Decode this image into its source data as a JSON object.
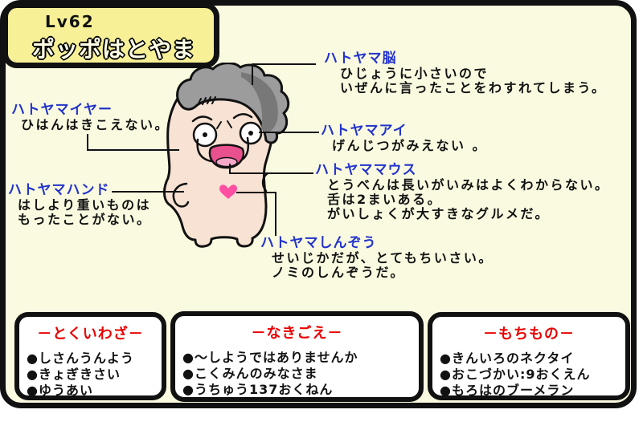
{
  "badge": {
    "level": "Lv62",
    "name": "ポッポはとやま"
  },
  "annotations": {
    "brain": {
      "title": "ハトヤマ脳",
      "lines": [
        "ひじょうに小さいので",
        "いぜんに言ったことをわすれてしまう。"
      ]
    },
    "ear": {
      "title": "ハトヤマイヤー",
      "lines": [
        "ひはんはきこえない。"
      ]
    },
    "eye": {
      "title": "ハトヤマアイ",
      "lines": [
        "げんじつがみえない 。"
      ]
    },
    "mouth": {
      "title": "ハトヤママウス",
      "lines": [
        "とうべんは長いがいみはよくわからない。",
        "舌は2まいある。",
        "がいしょくが大すきなグルメだ。"
      ]
    },
    "hand": {
      "title": "ハトヤマハンド",
      "lines": [
        "はしより重いものは",
        "もったことがない。"
      ]
    },
    "heart": {
      "title": "ハトヤマしんぞう",
      "lines": [
        "せいじかだが、とてもちいさい。",
        "ノミのしんぞうだ。"
      ]
    }
  },
  "stat_boxes": [
    {
      "title": "－とくいわざ－",
      "items": [
        "●しさんうんよう",
        "●きょぎきさい",
        "●ゆうあい"
      ]
    },
    {
      "title": "－なきごえ－",
      "items": [
        "●～しようではありませんか",
        "●こくみんのみなさま",
        "●うちゅう137おくねん"
      ]
    },
    {
      "title": "－もちもの－",
      "items": [
        "●きんいろのネクタイ",
        "●おこづかい:9おくえん",
        "●もろはのブーメラン"
      ]
    }
  ],
  "colors": {
    "card_bg": "#fafae1",
    "badge_bg": "#f7f096",
    "label_blue": "#2233cc",
    "title_red": "#e90000",
    "skin": "#f7e2d4",
    "hair_gray": "#9c9c9c",
    "heart_pink": "#ff4fa2",
    "mouth_pink": "#e8508e"
  }
}
